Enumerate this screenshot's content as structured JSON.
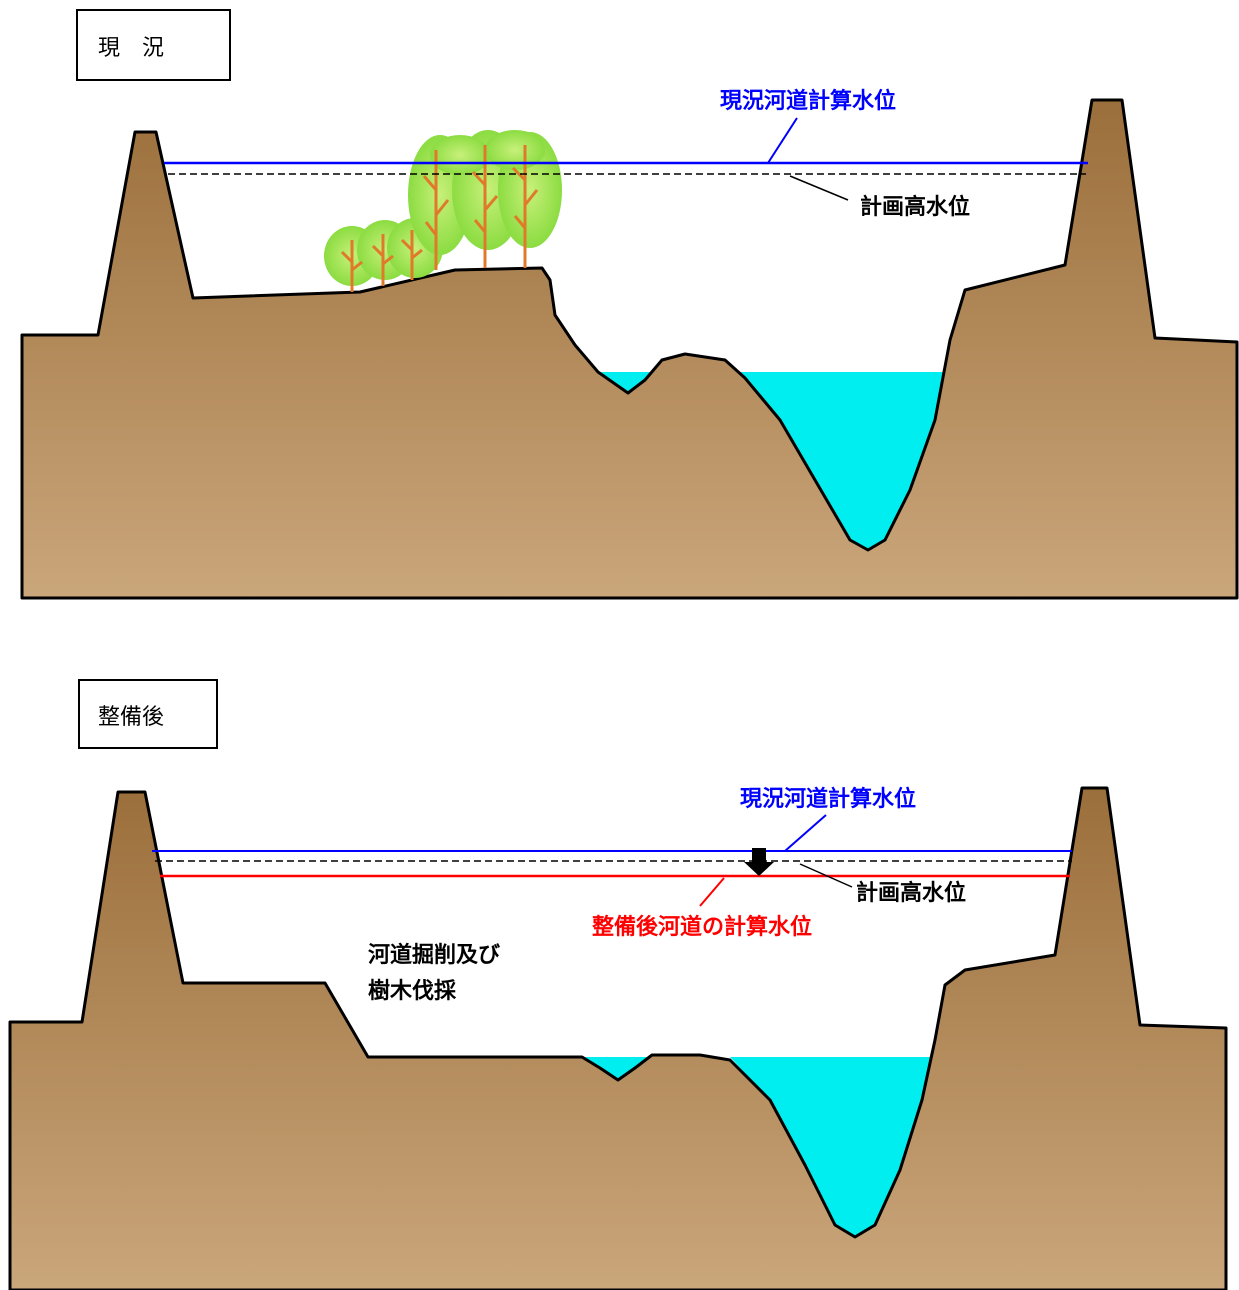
{
  "top_panel": {
    "title": "現　況",
    "labels": {
      "current_water_level": "現況河道計算水位",
      "planned_high_water": "計画高水位"
    }
  },
  "bottom_panel": {
    "title": "整備後",
    "labels": {
      "current_water_level": "現況河道計算水位",
      "planned_high_water": "計画高水位",
      "improved_water_level": "整備後河道の計算水位",
      "work_line1": "河道掘削及び",
      "work_line2": "樹木伐採"
    }
  },
  "colors": {
    "ground_top": "#9a6f3a",
    "ground_bottom": "#c9a57a",
    "water": "#00f0f0",
    "current_level": "#0000ff",
    "improved_level": "#ff0000",
    "tree_leaf": "#88dd44",
    "tree_trunk": "#e07a2a"
  }
}
